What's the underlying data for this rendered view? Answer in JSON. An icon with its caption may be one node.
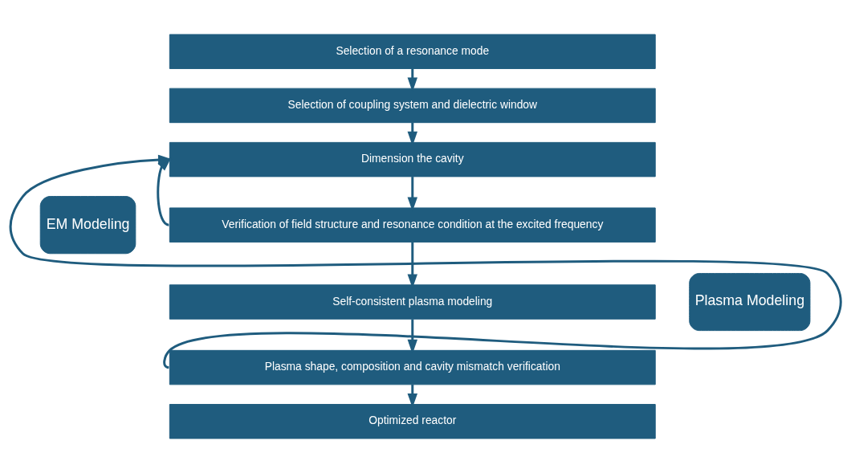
{
  "diagram": {
    "nodes": [
      {
        "text": [
          "Selection of a resonance mode"
        ]
      },
      {
        "text": [
          "Selection of coupling system and dielectric window"
        ]
      },
      {
        "text": [
          "Dimension the cavity"
        ]
      },
      {
        "text": [
          "Verification of field structure and resonance condition at the excited frequency"
        ]
      },
      {
        "text": [
          "Self-consistent plasma modeling"
        ]
      },
      {
        "text": [
          "Plasma shape, composition and cavity mismatch verification"
        ]
      },
      {
        "text": [
          "Optimized reactor"
        ]
      },
      {
        "text": [
          "EM Modeling"
        ]
      },
      {
        "text": [
          "Plasma Modeling"
        ]
      }
    ],
    "edges": [
      {
        "from": 0,
        "to": 1,
        "arrow": "to"
      },
      {
        "from": 1,
        "to": 2,
        "arrow": "to"
      },
      {
        "from": 2,
        "to": 3,
        "arrow": "to"
      },
      {
        "from": 3,
        "to": 4,
        "arrow": "to"
      },
      {
        "from": 4,
        "to": 5,
        "arrow": "to"
      },
      {
        "from": 5,
        "to": 6,
        "arrow": "to"
      },
      {
        "from": 3,
        "to": 2,
        "arrow": "to"
      },
      {
        "from": 5,
        "to": 2,
        "arrow": "to"
      }
    ]
  }
}
